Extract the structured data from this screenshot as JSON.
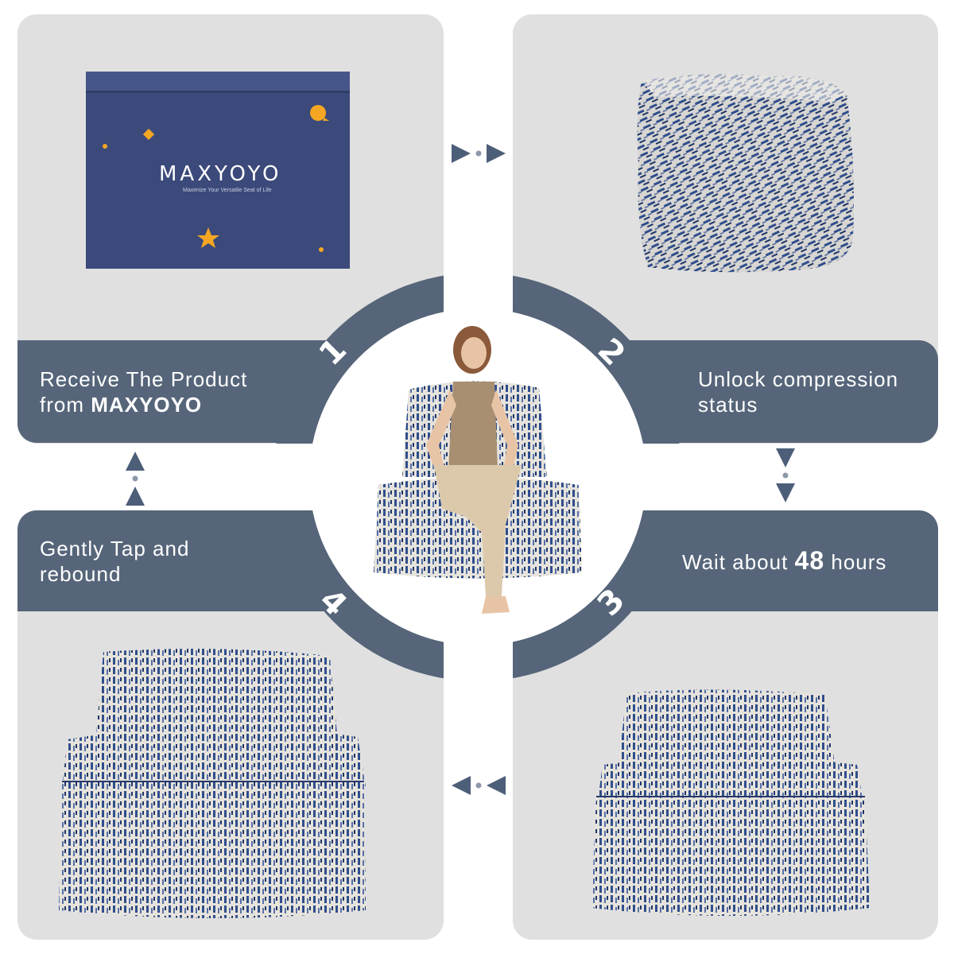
{
  "colors": {
    "panel": "#e0e0e0",
    "banner": "#566579",
    "ring": "#566579",
    "box": "#3b4a7a",
    "accent": "#f5a623",
    "fabric_blue": "#2f4e8c",
    "fabric_light": "#e6e3dc"
  },
  "box": {
    "brand": "MAXYOYO",
    "tagline": "Maximize Your Versatile Seat of Life"
  },
  "steps": [
    {
      "number": "1",
      "line1": "Receive The Product",
      "line2_prefix": "from ",
      "line2_bold": "MAXYOYO"
    },
    {
      "number": "2",
      "line1": "Unlock compression",
      "line2": "status"
    },
    {
      "number": "3",
      "prefix": "Wait about ",
      "bold": "48",
      "suffix": " hours"
    },
    {
      "number": "4",
      "line1": "Gently Tap and",
      "line2": "rebound"
    }
  ],
  "icons": {
    "arrow_right": "arrow-right-icon",
    "arrow_down": "arrow-down-icon",
    "arrow_left": "arrow-left-icon",
    "arrow_up": "arrow-up-icon"
  }
}
